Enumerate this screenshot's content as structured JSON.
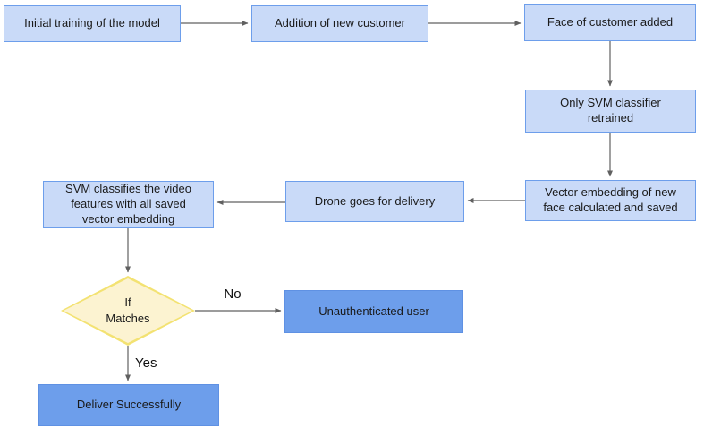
{
  "colors": {
    "process-fill": "#c9daf8",
    "process-border": "#6d9eeb",
    "terminal-fill": "#6d9eeb",
    "terminal-border": "#5f91e3",
    "decision-fill": "#fcf3d1",
    "decision-border": "#f3e272",
    "arrow-color": "#606060",
    "text-color": "#1a1a1a"
  },
  "nodes": {
    "initial_training": "Initial training of the model",
    "addition_customer": "Addition of new customer",
    "face_added": "Face of customer added",
    "svm_retrained": "Only SVM classifier\nretrained",
    "vector_embedding": "Vector embedding of new\nface calculated and saved",
    "drone_delivery": "Drone goes for delivery",
    "svm_classifies": "SVM classifies the video\nfeatures with all saved\nvector embedding",
    "decision": "If\nMatches",
    "unauthenticated": "Unauthenticated user",
    "deliver": "Deliver Successfully"
  },
  "edge_labels": {
    "no": "No",
    "yes": "Yes"
  }
}
